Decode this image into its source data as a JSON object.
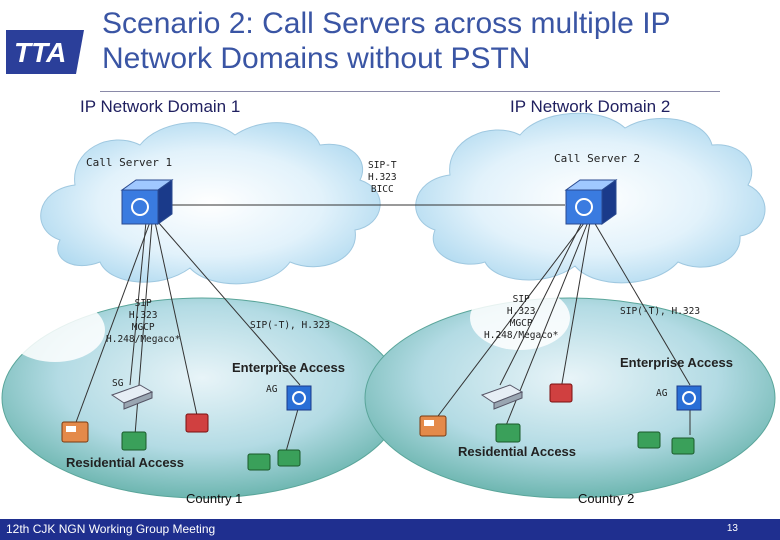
{
  "title": "Scenario 2: Call Servers across multiple IP Network Domains without PSTN",
  "logo_text": "TTA",
  "domains": [
    "IP Network Domain 1",
    "IP Network Domain 2"
  ],
  "call_servers": [
    "Call Server 1",
    "Call Server 2"
  ],
  "inter_server_protocols": [
    "SIP-T",
    "H.323",
    "BICC"
  ],
  "left_protocols": [
    "SIP",
    "H.323",
    "MGCP",
    "H.248/Megaco*"
  ],
  "right_protocols": [
    "SIP",
    "H.323",
    "MGCP",
    "H.248/Megaco*"
  ],
  "left_link_label": "SIP(-T), H.323",
  "right_link_label": "SIP(-T), H.323",
  "enterprise_access": [
    "Enterprise Access",
    "Enterprise Access"
  ],
  "residential_access": [
    "Residential Access",
    "Residential Access"
  ],
  "sg_label": "SG",
  "ag_labels": [
    "AG",
    "AG"
  ],
  "countries": [
    "Country 1",
    "Country 2"
  ],
  "footer": "12th CJK NGN Working Group Meeting",
  "page_number": "13",
  "colors": {
    "title": "#3a55a4",
    "footer_bg": "#1f2f8f",
    "cloud_top": "#bde0f2",
    "cloud_bottom": "#6fb8a8"
  }
}
